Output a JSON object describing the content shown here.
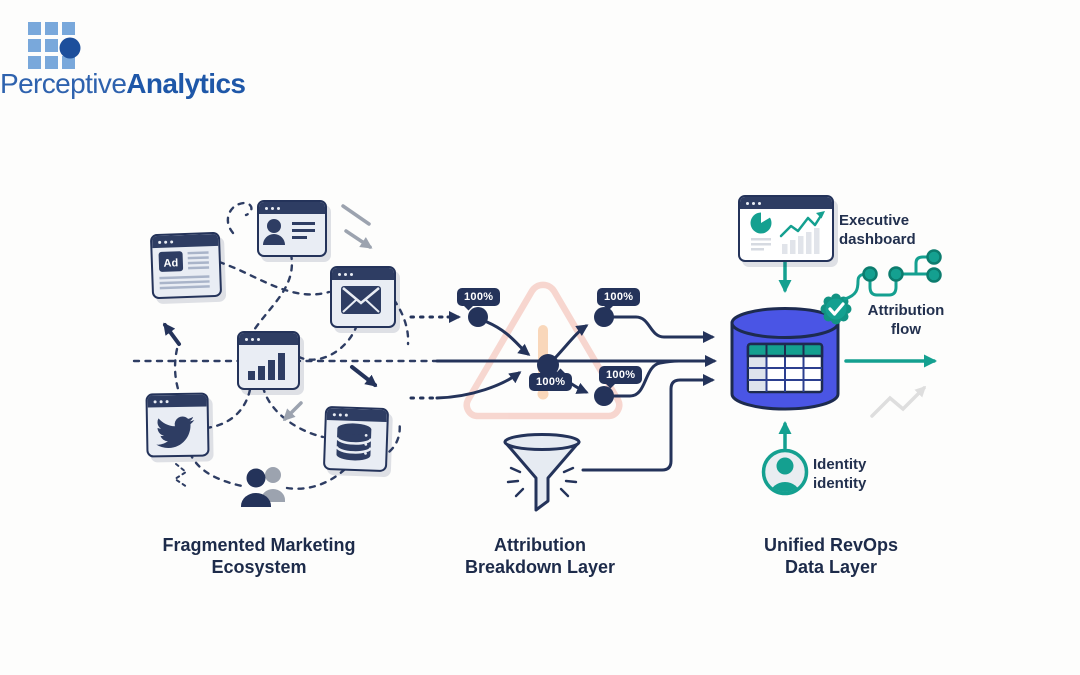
{
  "logo": {
    "brand_regular": "Perceptive",
    "brand_bold": "Analytics"
  },
  "sections": {
    "fragmented": {
      "line1": "Fragmented Marketing",
      "line2": "Ecosystem"
    },
    "attribution": {
      "line1": "Attribution",
      "line2": "Breakdown Layer"
    },
    "unified": {
      "line1": "Unified RevOps",
      "line2": "Data Layer"
    }
  },
  "ecosystem": {
    "ad_label": "Ad"
  },
  "breakdown": {
    "badges": [
      "100%",
      "100%",
      "100%",
      "100%"
    ]
  },
  "revops": {
    "dashboard": {
      "line1": "Executive",
      "line2": "dashboard"
    },
    "flow": {
      "line1": "Attribution",
      "line2": "flow"
    },
    "identity": {
      "line1": "Identity",
      "line2": "identity"
    }
  },
  "colors": {
    "navy": "#24335A",
    "window_bar_navy": "#2E3D63",
    "window_body": "#E9EDF4",
    "teal": "#14A090",
    "royal_blue": "#4A55E5",
    "salmon_warning": "#EFA193",
    "orange_warning": "#F4A460",
    "gray_arrow": "#9CA3AF",
    "light_gray_trend": "#DEDEDE",
    "logo_light_blue": "#79A8DB",
    "logo_dark_blue": "#1D4F9C"
  },
  "icons": [
    "logo-grid-icon",
    "ad-icon",
    "contact-card-icon",
    "email-icon",
    "bar-chart-icon",
    "twitter-icon",
    "database-icon",
    "users-icon",
    "warning-triangle-icon",
    "funnel-icon",
    "database-cylinder-icon",
    "data-table-icon",
    "check-badge-icon",
    "pie-chart-icon",
    "line-chart-icon",
    "identity-avatar-icon",
    "trend-arrow-icon"
  ]
}
